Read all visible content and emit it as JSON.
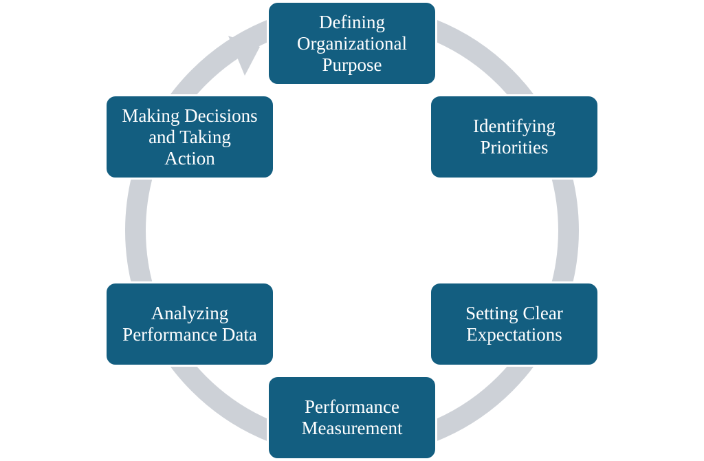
{
  "diagram": {
    "type": "cycle",
    "direction": "clockwise",
    "colors": {
      "node_fill": "#135e80",
      "node_text": "#ffffff",
      "ring": "#cdd1d7"
    },
    "steps": [
      {
        "label": "Defining\nOrganizational\nPurpose"
      },
      {
        "label": "Identifying\nPriorities"
      },
      {
        "label": "Setting Clear\nExpectations"
      },
      {
        "label": "Performance\nMeasurement"
      },
      {
        "label": "Analyzing\nPerformance Data"
      },
      {
        "label": "Making Decisions\nand Taking\nAction"
      }
    ]
  }
}
